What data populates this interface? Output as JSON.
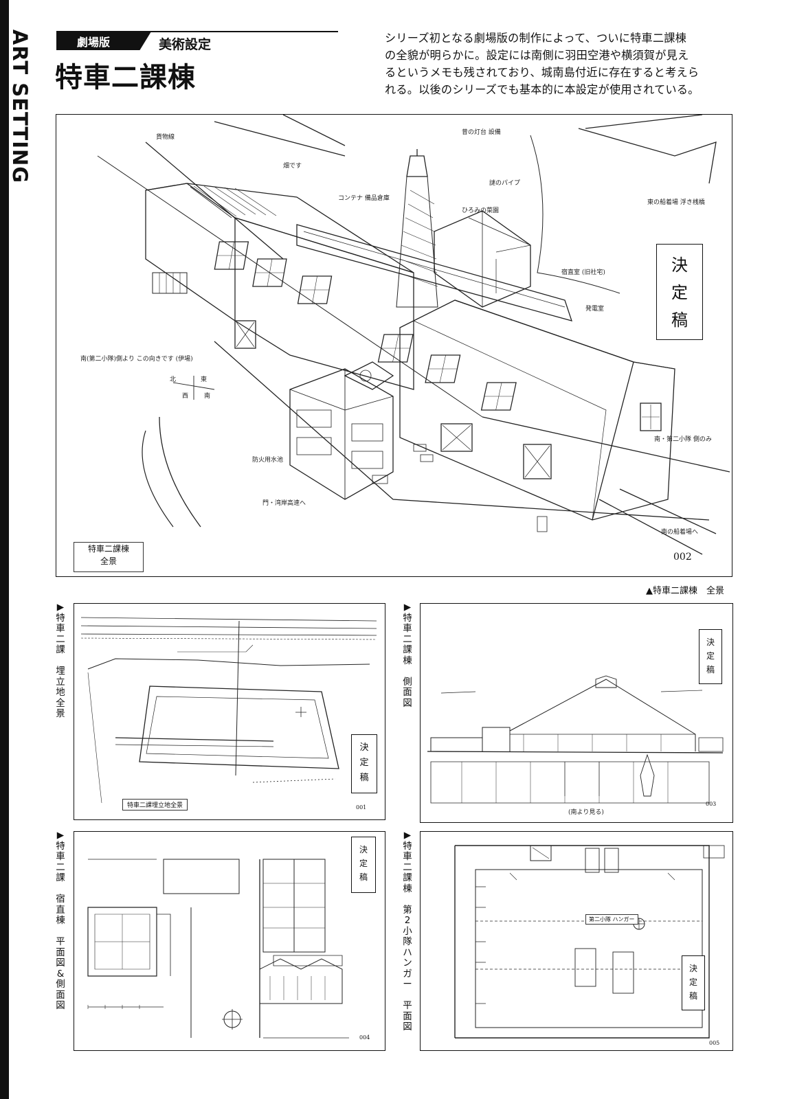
{
  "side_title": "ART SETTING",
  "header": {
    "badge": "劇場版",
    "subtitle": "美術設定",
    "title": "特車二課棟"
  },
  "intro_lines": [
    "シリーズ初となる劇場版の制作によって、ついに特車二課棟",
    "の全貌が明らかに。設定には南側に羽田空港や横須賀が見え",
    "るというメモも残されており、城南島付近に存在すると考えら",
    "れる。以後のシリーズでも基本的に本設定が使用されている。"
  ],
  "main_figure": {
    "caption": "▲特車二課棟　全景",
    "number": "002",
    "stamp": [
      "決",
      "定",
      "稿"
    ],
    "label": [
      "特車二課棟",
      "全景"
    ],
    "notes": {
      "railyard": "貨物線",
      "field": "畑です",
      "container": "コンテナ 備品倉庫",
      "tower": "昔の灯台 設備",
      "pipe": "謎のパイプ",
      "garden": "ひろみの菜園",
      "east_dock": "東の船着場 浮き桟橋",
      "quarters": "宿直室 (旧社宅)",
      "power": "発電室",
      "south_dock": "南の船着場へ",
      "hangar_door": "南・第二小隊 側のみ",
      "front": "南(第二小隊)側より この向きです (伊場)",
      "road": "門・湾岸高速へ",
      "fire": "防火用水池",
      "compass_n": "北",
      "compass_e": "東",
      "compass_w": "西",
      "compass_s": "南"
    }
  },
  "panels": [
    {
      "id": "landfill",
      "vertical_caption": [
        "▶",
        "特",
        "車",
        "二",
        "課",
        "　",
        "埋",
        "立",
        "地",
        "全",
        "景"
      ],
      "stamp": [
        "決",
        "定",
        "稿"
      ],
      "label": "特車二課埋立地全景",
      "number": "001"
    },
    {
      "id": "side",
      "vertical_caption": [
        "▶",
        "特",
        "車",
        "二",
        "課",
        "棟",
        "　",
        "側",
        "面",
        "図"
      ],
      "stamp": [
        "決",
        "定",
        "稿"
      ],
      "label": "(南より見る)",
      "number": "003"
    },
    {
      "id": "quarters",
      "vertical_caption": [
        "▶",
        "特",
        "車",
        "二",
        "課",
        "　",
        "宿",
        "直",
        "棟",
        "　",
        "平",
        "面",
        "図",
        "&",
        "側",
        "面",
        "図"
      ],
      "stamp": [
        "決",
        "定",
        "稿"
      ],
      "number": "004"
    },
    {
      "id": "hangar",
      "vertical_caption": [
        "▶",
        "特",
        "車",
        "二",
        "課",
        "棟",
        "　",
        "第",
        "2",
        "小",
        "隊",
        "ハ",
        "ン",
        "ガ",
        "ー",
        "　",
        "平",
        "面",
        "図"
      ],
      "stamp": [
        "決",
        "定",
        "稿"
      ],
      "label": "第二小隊 ハンガー",
      "number": "005"
    }
  ]
}
